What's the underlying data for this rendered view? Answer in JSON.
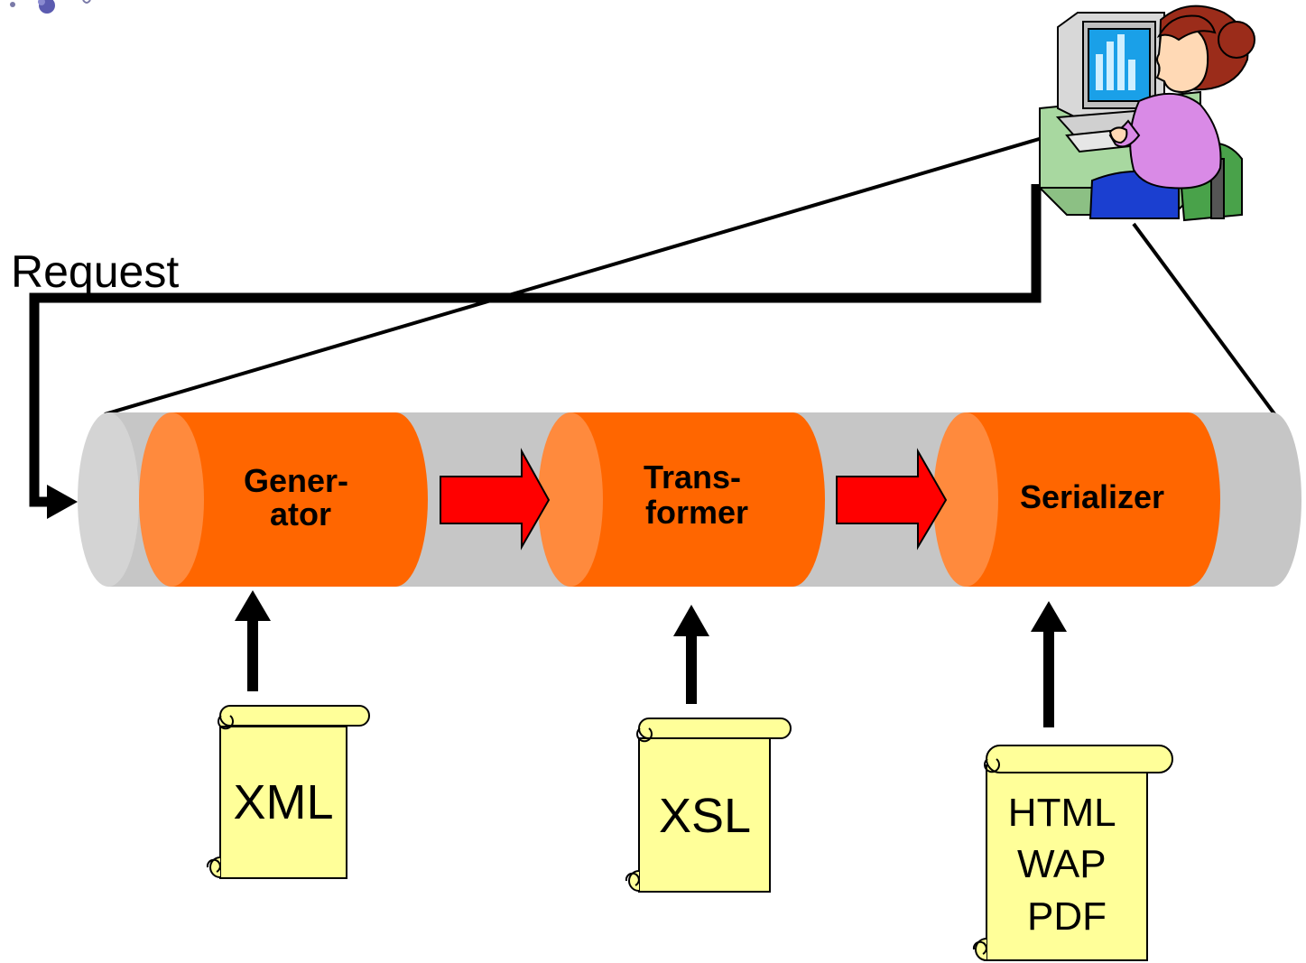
{
  "request_label": "Request",
  "stages": [
    {
      "lines": [
        "Gener-",
        "ator"
      ]
    },
    {
      "lines": [
        "Trans-",
        "former"
      ]
    },
    {
      "lines": [
        "Serializer"
      ]
    }
  ],
  "documents": [
    {
      "lines": [
        "XML"
      ]
    },
    {
      "lines": [
        "XSL"
      ]
    },
    {
      "lines": [
        "HTML",
        "WAP",
        "PDF"
      ]
    }
  ],
  "colors": {
    "pipe": "#c6c6c6",
    "pipe_end": "#d4d4d4",
    "stage": "#ff6600",
    "stage_end": "#ff8a3d",
    "flow_arrow": "#ff0000",
    "scroll": "#ffff99"
  },
  "icons": {
    "user": "user-at-computer-icon",
    "logo": "logo-icon"
  }
}
